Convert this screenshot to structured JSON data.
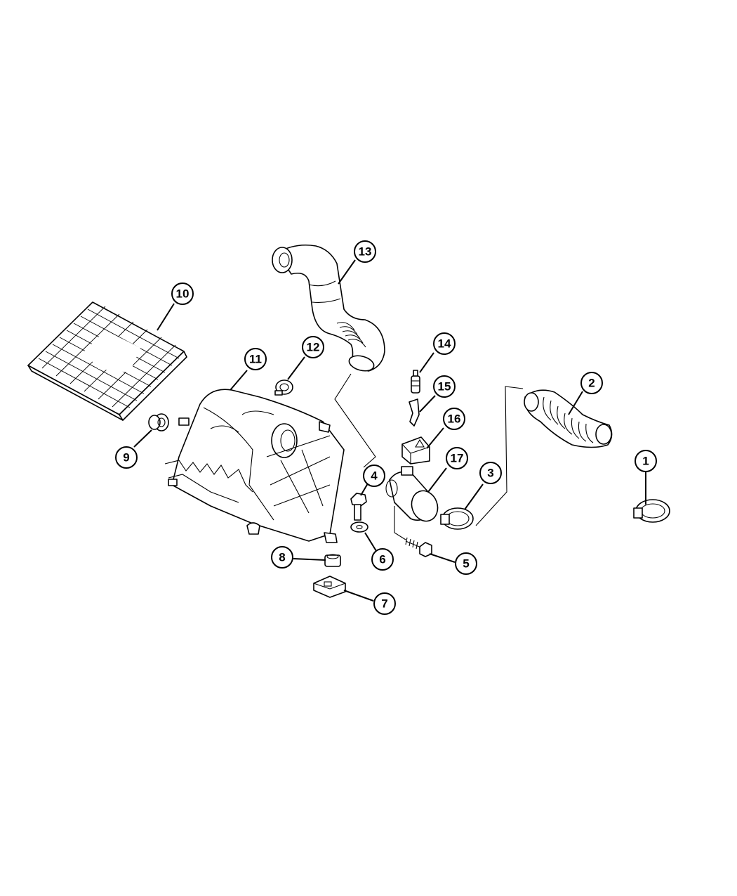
{
  "diagram": {
    "line_color": "#000000",
    "background": "#ffffff",
    "parts": [
      {
        "id": "p1",
        "number": "1",
        "icon": "hose-clamp-icon"
      },
      {
        "id": "p2",
        "number": "2",
        "icon": "intake-hose-icon"
      },
      {
        "id": "p3",
        "number": "3",
        "icon": "hose-clamp-icon"
      },
      {
        "id": "p4",
        "number": "4",
        "icon": "bolt-icon"
      },
      {
        "id": "p5",
        "number": "5",
        "icon": "screw-icon"
      },
      {
        "id": "p6",
        "number": "6",
        "icon": "washer-icon"
      },
      {
        "id": "p7",
        "number": "7",
        "icon": "bracket-icon"
      },
      {
        "id": "p8",
        "number": "8",
        "icon": "grommet-icon"
      },
      {
        "id": "p9",
        "number": "9",
        "icon": "grommet-icon"
      },
      {
        "id": "p10",
        "number": "10",
        "icon": "air-filter-element-icon"
      },
      {
        "id": "p11",
        "number": "11",
        "icon": "air-cleaner-housing-icon"
      },
      {
        "id": "p12",
        "number": "12",
        "icon": "clamp-icon"
      },
      {
        "id": "p13",
        "number": "13",
        "icon": "intake-hose-icon"
      },
      {
        "id": "p14",
        "number": "14",
        "icon": "connector-pin-icon"
      },
      {
        "id": "p15",
        "number": "15",
        "icon": "connector-terminal-icon"
      },
      {
        "id": "p16",
        "number": "16",
        "icon": "connector-housing-icon"
      },
      {
        "id": "p17",
        "number": "17",
        "icon": "mass-airflow-sensor-icon"
      }
    ]
  }
}
